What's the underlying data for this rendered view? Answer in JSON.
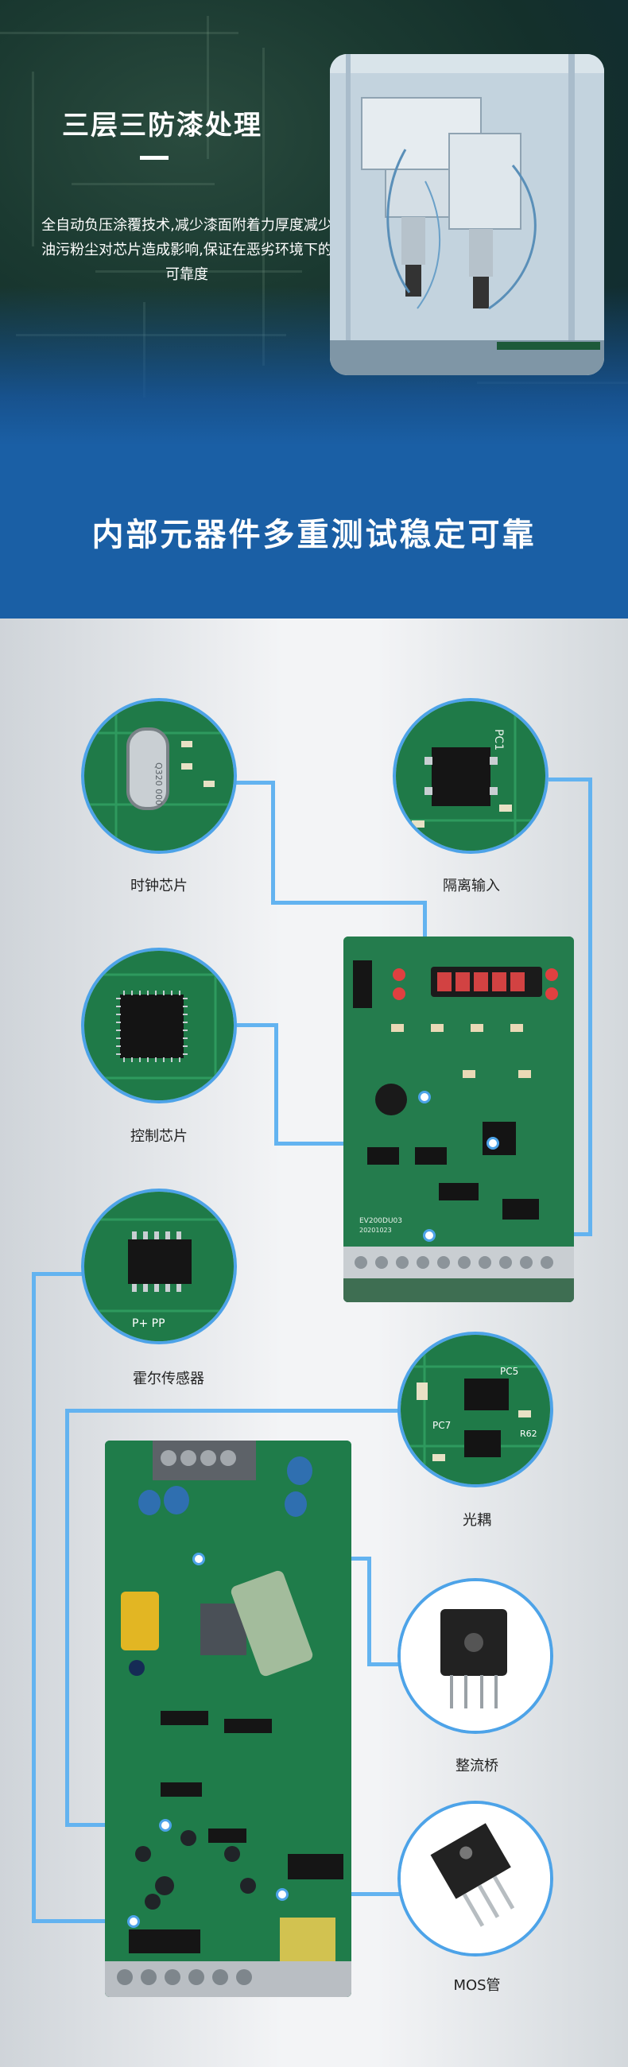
{
  "hero": {
    "title": "三层三防漆处理",
    "description": "全自动负压涂覆技术,减少漆面附着力厚度减少油污粉尘对芯片造成影响,保证在恶劣环境下的可靠度"
  },
  "band": {
    "title": "内部元器件多重测试稳定可靠"
  },
  "components": {
    "clock_chip": "时钟芯片",
    "isolation_input": "隔离输入",
    "control_chip": "控制芯片",
    "hall_sensor": "霍尔传感器",
    "optocoupler": "光耦",
    "rectifier_bridge": "整流桥",
    "mos_tube": "MOS管"
  },
  "colors": {
    "accent_blue": "#1a5fa5",
    "connector_line": "#63b3f0",
    "pcb_green": "#1f7a4a"
  }
}
